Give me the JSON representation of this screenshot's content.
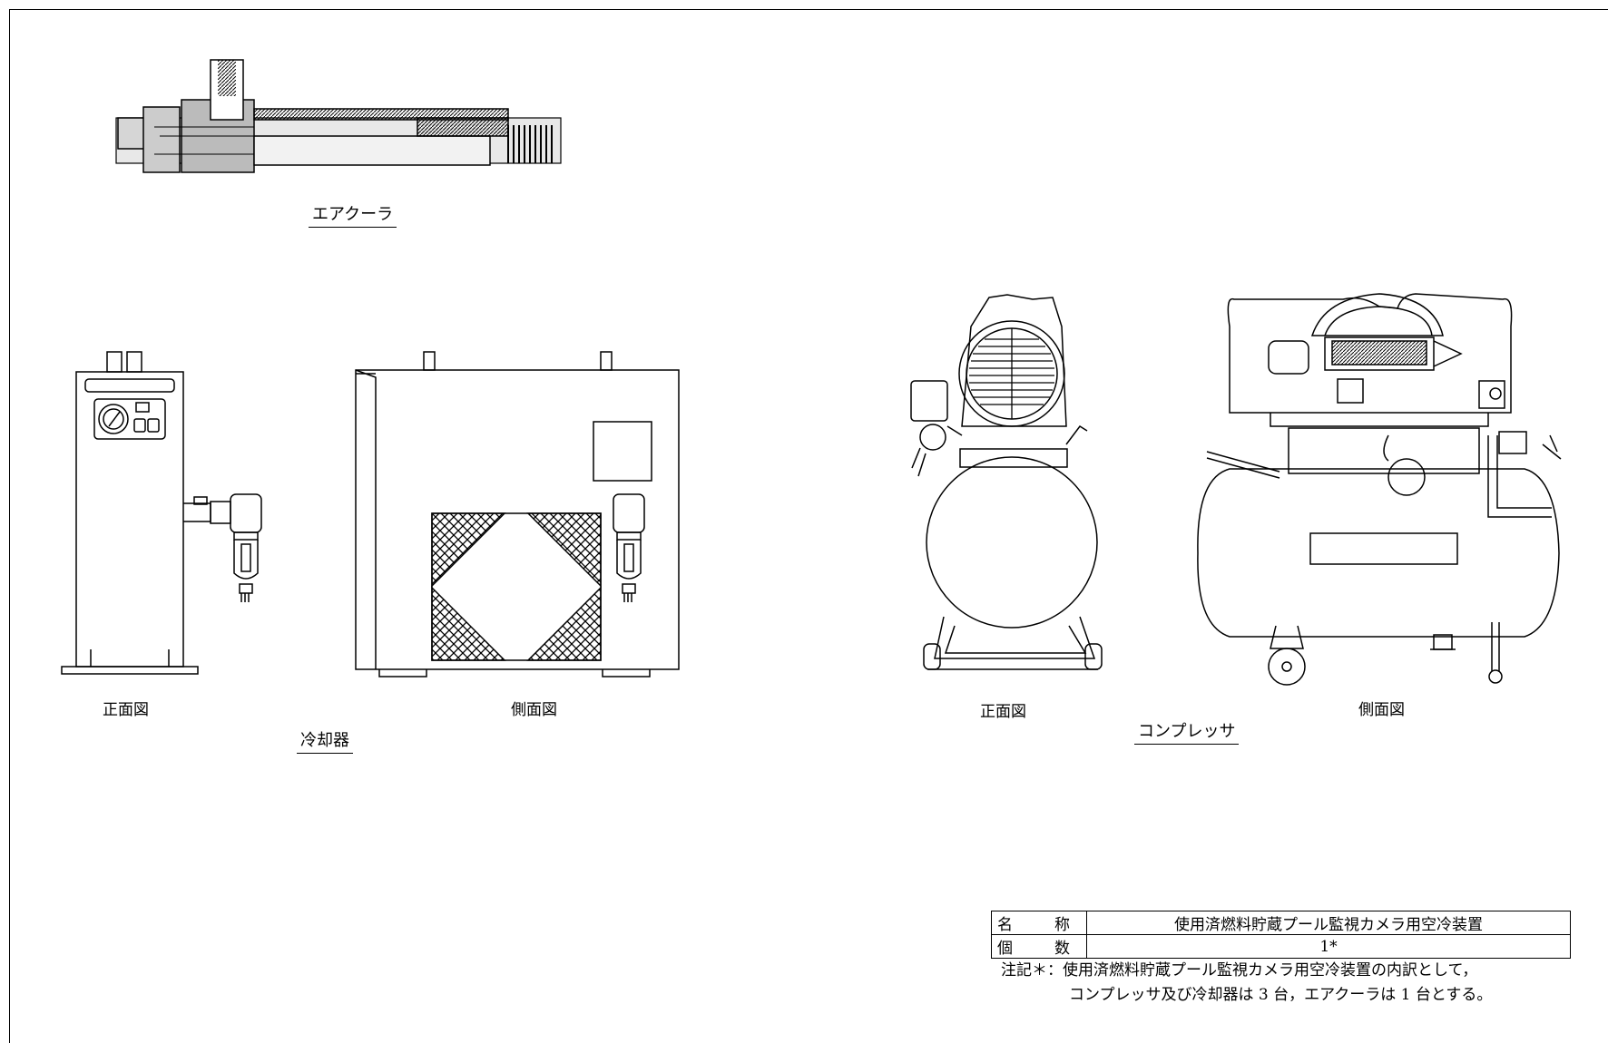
{
  "labels": {
    "air_cooler": "エアクーラ",
    "cooler_front": "正面図",
    "cooler_side": "側面図",
    "cooler": "冷却器",
    "compressor_front": "正面図",
    "compressor_side": "側面図",
    "compressor": "コンプレッサ"
  },
  "spec_table": {
    "name_label_1": "名",
    "name_label_2": "称",
    "name_value": "使用済燃料貯蔵プール監視カメラ用空冷装置",
    "count_label_1": "個",
    "count_label_2": "数",
    "count_value": "1*"
  },
  "note": {
    "line1": "注記＊：使用済燃料貯蔵プール監視カメラ用空冷装置の内訳として，",
    "line2": "コンプレッサ及び冷却器は 3 台，エアクーラは 1 台とする。"
  }
}
